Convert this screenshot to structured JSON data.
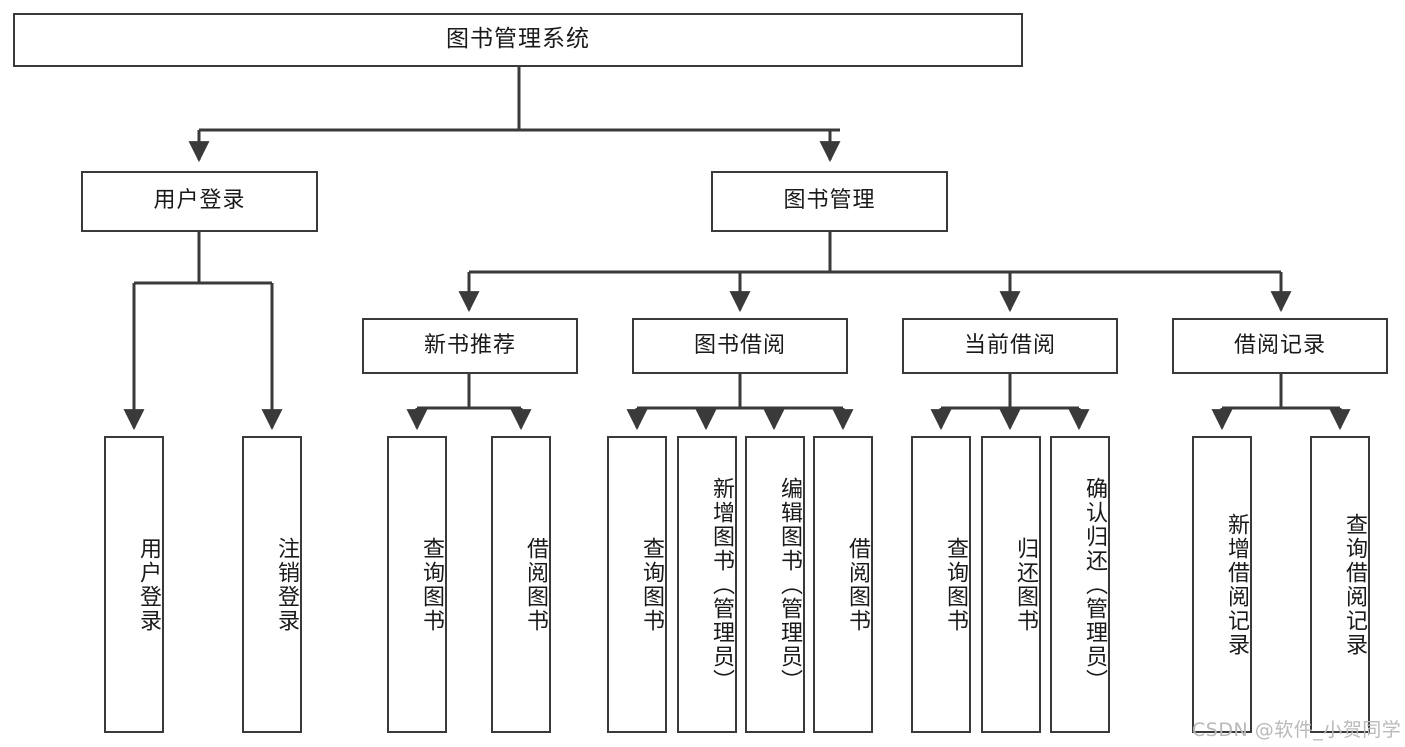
{
  "diagram": {
    "title": "图书管理系统",
    "type": "hierarchy-tree",
    "orientation": "top-down",
    "box_fill": "#ffffff",
    "box_stroke": "#3a3a3a",
    "edge_color": "#3a3a3a",
    "background": "#ffffff"
  },
  "nodes": {
    "root": {
      "label": "图书管理系统",
      "level": 1
    },
    "l2": [
      {
        "id": "user-login",
        "label": "用户登录",
        "level": 2
      },
      {
        "id": "book-manage",
        "label": "图书管理",
        "level": 2
      }
    ],
    "l3": [
      {
        "id": "new-book-rec",
        "label": "新书推荐",
        "level": 3,
        "parent": "book-manage"
      },
      {
        "id": "book-borrow",
        "label": "图书借阅",
        "level": 3,
        "parent": "book-manage"
      },
      {
        "id": "current-borrow",
        "label": "当前借阅",
        "level": 3,
        "parent": "book-manage"
      },
      {
        "id": "borrow-record",
        "label": "借阅记录",
        "level": 3,
        "parent": "book-manage"
      }
    ],
    "leaves": [
      {
        "id": "leaf-user-login",
        "label": "用户登录",
        "parent": "user-login"
      },
      {
        "id": "leaf-user-logout",
        "label": "注销登录",
        "parent": "user-login"
      },
      {
        "id": "leaf-query-book-1",
        "label": "查询图书",
        "parent": "new-book-rec"
      },
      {
        "id": "leaf-borrow-book-1",
        "label": "借阅图书",
        "parent": "new-book-rec"
      },
      {
        "id": "leaf-query-book-2",
        "label": "查询图书",
        "parent": "book-borrow"
      },
      {
        "id": "leaf-add-book",
        "label": "新增图书（管理员）",
        "parent": "book-borrow"
      },
      {
        "id": "leaf-edit-book",
        "label": "编辑图书（管理员）",
        "parent": "book-borrow"
      },
      {
        "id": "leaf-borrow-book-2",
        "label": "借阅图书",
        "parent": "book-borrow"
      },
      {
        "id": "leaf-query-book-3",
        "label": "查询图书",
        "parent": "current-borrow"
      },
      {
        "id": "leaf-return-book",
        "label": "归还图书",
        "parent": "current-borrow"
      },
      {
        "id": "leaf-confirm-return",
        "label": "确认归还（管理员）",
        "parent": "current-borrow"
      },
      {
        "id": "leaf-add-record",
        "label": "新增借阅记录",
        "parent": "borrow-record"
      },
      {
        "id": "leaf-query-record",
        "label": "查询借阅记录",
        "parent": "borrow-record"
      }
    ]
  },
  "watermark": {
    "text": "CSDN @软件_小贺同学"
  }
}
